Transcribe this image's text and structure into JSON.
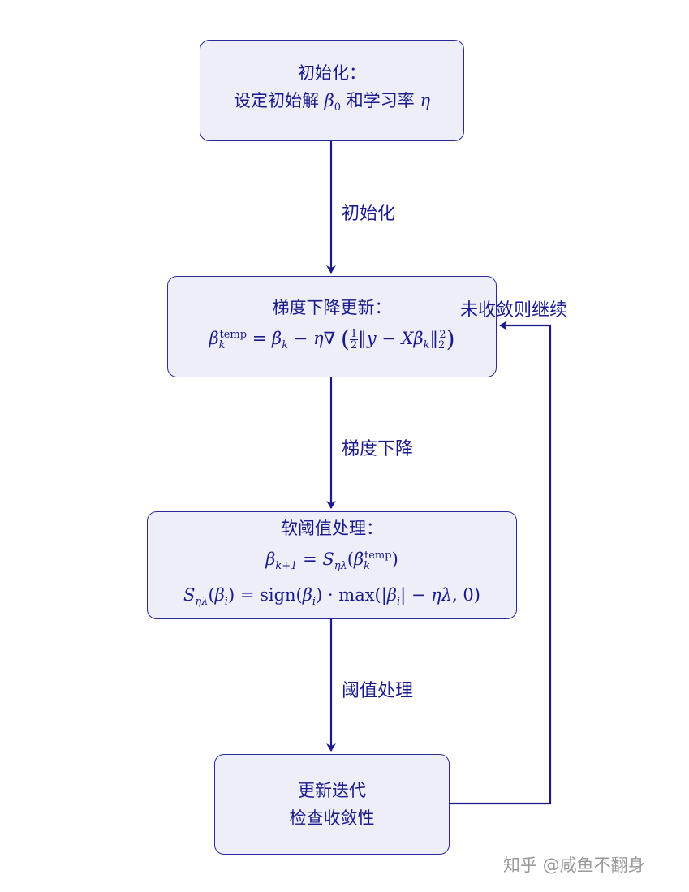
{
  "nodes": {
    "init": {
      "title": "初始化：",
      "text_prefix": "设定初始解",
      "text_mid": "和学习率",
      "beta": "β",
      "beta_sub": "0",
      "eta": "η"
    },
    "gradient": {
      "title": "梯度下降更新："
    },
    "threshold": {
      "title": "软阈值处理："
    },
    "update": {
      "line1": "更新迭代",
      "line2": "检查收敛性"
    }
  },
  "edges": {
    "e1_label": "初始化",
    "e2_label": "梯度下降",
    "e3_label": "阈值处理",
    "loop_label": "未收敛则继续"
  },
  "watermark": "知乎 @咸鱼不翻身",
  "colors": {
    "stroke": "#1a1a8c",
    "box_fill": "#eeeef8",
    "watermark": "#999999"
  }
}
